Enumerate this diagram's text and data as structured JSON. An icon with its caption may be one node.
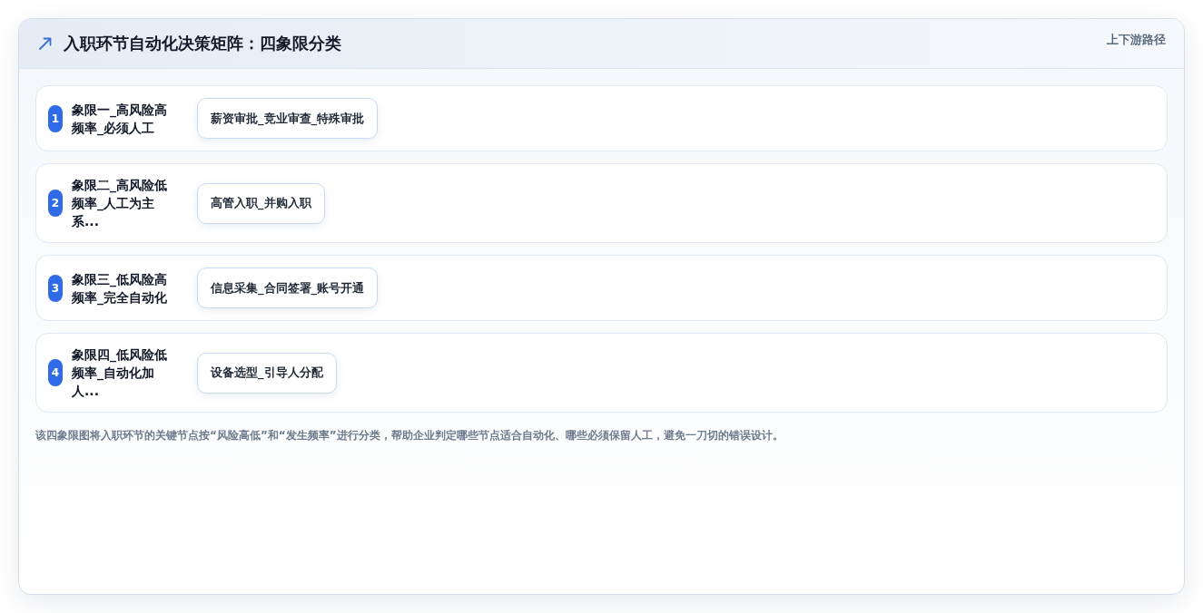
{
  "diagram": {
    "title": "入职环节自动化决策矩阵：四象限分类",
    "caption": "该四象限图将入职环节的关键节点按“风险高低”和“发生频率”进行分类，帮助企业判定哪些节点适合自动化、哪些必须保留人工，避免一刀切的错误设计。",
    "nodes": [
      {
        "text": [
          "象限一_高风险高频率_必须人工"
        ]
      },
      {
        "text": [
          "1"
        ],
        "in": 0
      },
      {
        "text": [
          "薪资审批_竞业审查_特殊审批"
        ],
        "in": 0
      },
      {
        "text": [
          "象限二_高风险低频率_人工为主系..."
        ]
      },
      {
        "text": [
          "2"
        ],
        "in": 3
      },
      {
        "text": [
          "高管入职_并购入职"
        ],
        "in": 3
      },
      {
        "text": [
          "象限三_低风险高频率_完全自动化"
        ]
      },
      {
        "text": [
          "3"
        ],
        "in": 6
      },
      {
        "text": [
          "信息采集_合同签署_账号开通"
        ],
        "in": 6
      },
      {
        "text": [
          "象限四_低风险低频率_自动化加人..."
        ]
      },
      {
        "text": [
          "4"
        ],
        "in": 9
      },
      {
        "text": [
          "设备选型_引导人分配"
        ],
        "in": 9
      }
    ],
    "labels": [
      "上下游路径"
    ]
  }
}
